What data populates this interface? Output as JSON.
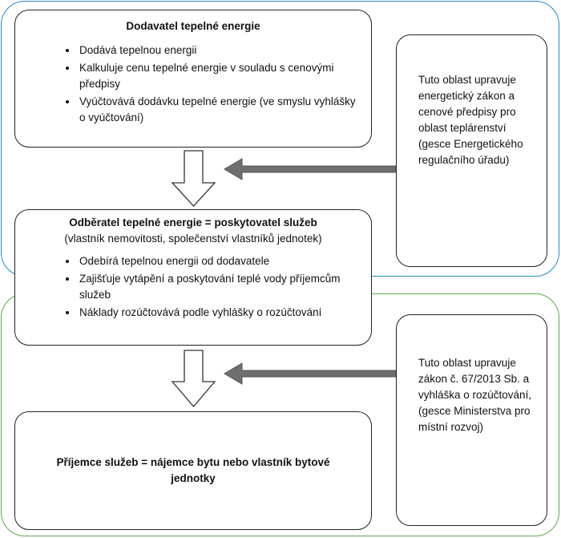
{
  "supplier": {
    "title": "Dodavatel tepelné energie",
    "items": [
      "Dodává tepelnou energii",
      "Kalkuluje cenu tepelné energie v souladu s cenovými předpisy",
      "Vyúčtovává dodávku tepelné energie (ve smyslu vyhlášky o vyúčtování)"
    ]
  },
  "consumer": {
    "title": "Odběratel tepelné energie = poskytovatel služeb",
    "subtitle": "(vlastník nemovitosti, společenství vlastníků jednotek)",
    "items": [
      "Odebírá tepelnou energii od dodavatele",
      "Zajišťuje vytápění a poskytování teplé vody příjemcům služeb",
      "Náklady rozúčtovává podle vyhlášky o rozúčtování"
    ]
  },
  "recipient": {
    "title": "Příjemce služeb = nájemce bytu nebo vlastník bytové jednotky"
  },
  "notes": {
    "energy_regulation": "Tuto oblast upravuje energetický zákon a cenové předpisy pro oblast teplárenství (gesce Energetického regulačního úřadu)",
    "law_regulation": "Tuto oblast upravuje zákon č. 67/2013 Sb. a vyhláška o rozúčtování, (gesce Ministerstva pro místní rozvoj)"
  },
  "colors": {
    "top_region_border": "#2a86c8",
    "bottom_region_border": "#5fa84a",
    "gray_arrow": "#6e6e6e"
  }
}
